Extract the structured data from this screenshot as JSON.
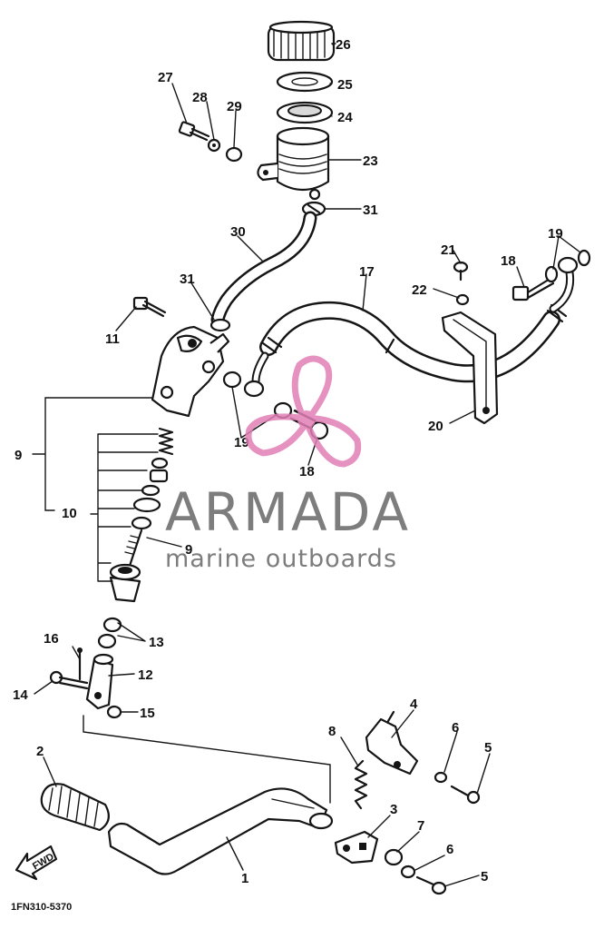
{
  "diagram": {
    "code_label": "1FN310-5370",
    "fwd_label": "FWD",
    "part_labels": [
      "26",
      "25",
      "24",
      "23",
      "27",
      "28",
      "29",
      "31",
      "30",
      "21",
      "19",
      "18",
      "22",
      "17",
      "31",
      "11",
      "20",
      "19",
      "18",
      "9",
      "10",
      "9",
      "13",
      "16",
      "12",
      "14",
      "15",
      "4",
      "8",
      "6",
      "5",
      "2",
      "3",
      "7",
      "6",
      "5",
      "1"
    ]
  },
  "watermark": {
    "brand": "ARMADA",
    "tagline": "marine outboards",
    "logo": "propeller-logo",
    "brand_color": "#7d7d7d",
    "logo_color": "#e27fb6"
  }
}
